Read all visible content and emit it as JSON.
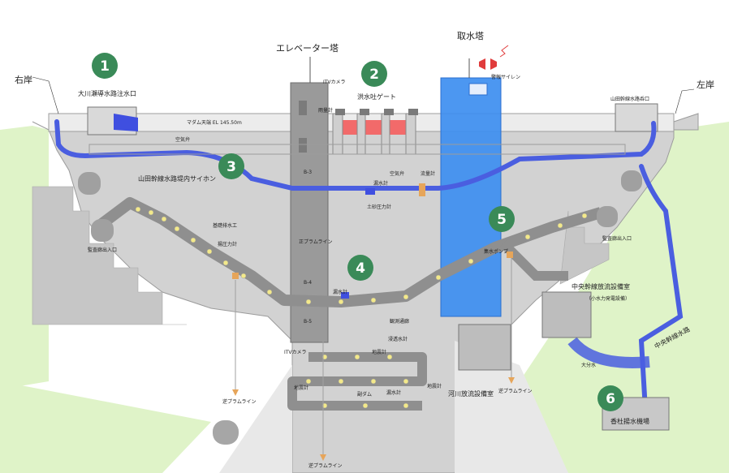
{
  "labels": {
    "right_bank": "右岸",
    "left_bank": "左岸",
    "elevator_tower": "エレベーター塔",
    "intake_tower": "取水塔",
    "alarm_siren": "警報サイレン",
    "flood_gate": "洪水吐ゲート",
    "okawa_intake": "大川瀬導水路注水口",
    "yamada_intake_right": "山田幹線水路呑口",
    "siphon": "山田幹線水路堤内サイホン",
    "dam_crest": "マダム天端 EL 145.50m",
    "itv_top": "ITVカメラ",
    "itv_bottom": "ITVカメラ",
    "rain_gauge": "雨量計",
    "air_valve_left": "空気弁",
    "air_valve_center": "空気弁",
    "flow_meter_top": "流量計",
    "leak_gauge_center": "漏水計",
    "earth_pressure": "土砂圧力計",
    "foundation_drain": "基礎排水工",
    "pressure_gauge": "揚圧力計",
    "pendulum_line_center": "正プラムライン",
    "inspection_entrance_left": "監査廊出入口",
    "inspection_entrance_right": "監査廊出入口",
    "leak_gauge_mid": "漏水計",
    "leak_gauge_right": "漏水計",
    "drain_pump": "集水ポンプ",
    "b3": "B-3",
    "b4": "B-4",
    "b5": "B-5",
    "observation_room": "観測通廊",
    "seepage_gauge": "浸透水計",
    "leak_gauge_lower": "漏水計",
    "deformation_gauge": "地震計",
    "seismograph_left": "地震計",
    "sub_dam": "副ダム",
    "leak_gauge_bottom": "漏水計",
    "seismograph_right": "地震計",
    "river_discharge": "河川放流設備室",
    "central_discharge": "中央幹線放流設備室",
    "central_discharge_sub": "（小水力発電設備）",
    "central_channel": "中央幹線水路",
    "branch_valve": "大分水",
    "kasuga_pump": "香杜揚水機場",
    "pendulum_left": "逆プラムライン",
    "pendulum_bottom": "逆プラムライン",
    "pendulum_right": "逆プラムライン"
  },
  "markers": [
    "1",
    "2",
    "3",
    "4",
    "5",
    "6"
  ],
  "colors": {
    "marker": "#3a8a58",
    "water": "#4a5ee0",
    "intake_tower": "#3d8ef0",
    "gate": "#f26a6a",
    "ground": "#dff3c8",
    "concrete": "#bfbfbf",
    "gallery": "#8f8f8f",
    "sensor": "#f3e98a"
  }
}
